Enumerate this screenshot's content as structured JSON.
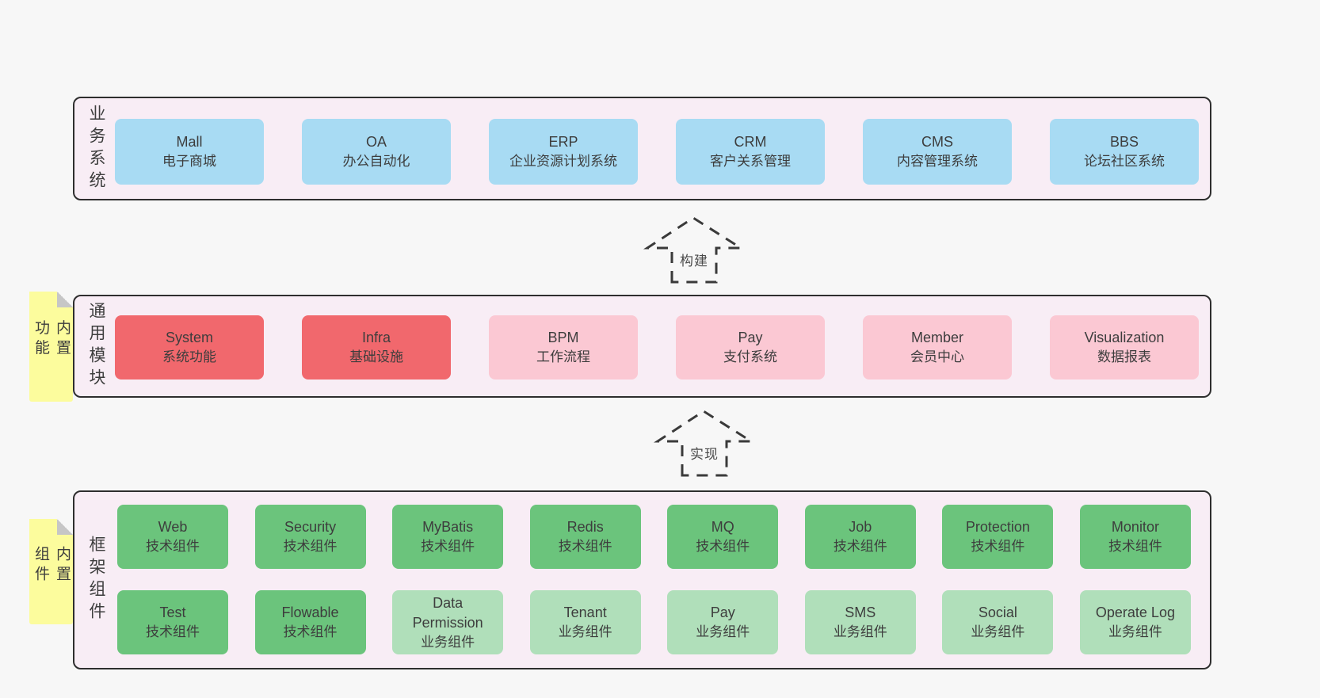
{
  "business": {
    "title": "业务系统",
    "items": [
      {
        "en": "Mall",
        "zh": "电子商城"
      },
      {
        "en": "OA",
        "zh": "办公自动化"
      },
      {
        "en": "ERP",
        "zh": "企业资源计划系统"
      },
      {
        "en": "CRM",
        "zh": "客户关系管理"
      },
      {
        "en": "CMS",
        "zh": "内容管理系统"
      },
      {
        "en": "BBS",
        "zh": "论坛社区系统"
      }
    ]
  },
  "arrows": {
    "build": "构建",
    "implement": "实现"
  },
  "modules": {
    "title": "通用模块",
    "note": "内置功能",
    "items": [
      {
        "en": "System",
        "zh": "系统功能"
      },
      {
        "en": "Infra",
        "zh": "基础设施"
      },
      {
        "en": "BPM",
        "zh": "工作流程"
      },
      {
        "en": "Pay",
        "zh": "支付系统"
      },
      {
        "en": "Member",
        "zh": "会员中心"
      },
      {
        "en": "Visualization",
        "zh": "数据报表"
      }
    ]
  },
  "framework": {
    "title": "框架组件",
    "note": "内置组件",
    "row1": [
      {
        "en": "Web",
        "zh": "技术组件"
      },
      {
        "en": "Security",
        "zh": "技术组件"
      },
      {
        "en": "MyBatis",
        "zh": "技术组件"
      },
      {
        "en": "Redis",
        "zh": "技术组件"
      },
      {
        "en": "MQ",
        "zh": "技术组件"
      },
      {
        "en": "Job",
        "zh": "技术组件"
      },
      {
        "en": "Protection",
        "zh": "技术组件"
      },
      {
        "en": "Monitor",
        "zh": "技术组件"
      }
    ],
    "row2": [
      {
        "en": "Test",
        "zh": "技术组件"
      },
      {
        "en": "Flowable",
        "zh": "技术组件"
      },
      {
        "en": "Data Permission",
        "zh": "业务组件"
      },
      {
        "en": "Tenant",
        "zh": "业务组件"
      },
      {
        "en": "Pay",
        "zh": "业务组件"
      },
      {
        "en": "SMS",
        "zh": "业务组件"
      },
      {
        "en": "Social",
        "zh": "业务组件"
      },
      {
        "en": "Operate Log",
        "zh": "业务组件"
      }
    ]
  },
  "colors": {
    "page_bg": "#f7f7f7",
    "panel_bg": "#f8edf5",
    "panel_border": "#2e2e2e",
    "business_box": "#a8dbf3",
    "core_module_box": "#f1686d",
    "module_box": "#fbc8d3",
    "tech_component_box": "#6bc47c",
    "biz_component_box": "#b0dfba",
    "note_bg": "#fcfc9d",
    "text": "#3d3d3d"
  }
}
